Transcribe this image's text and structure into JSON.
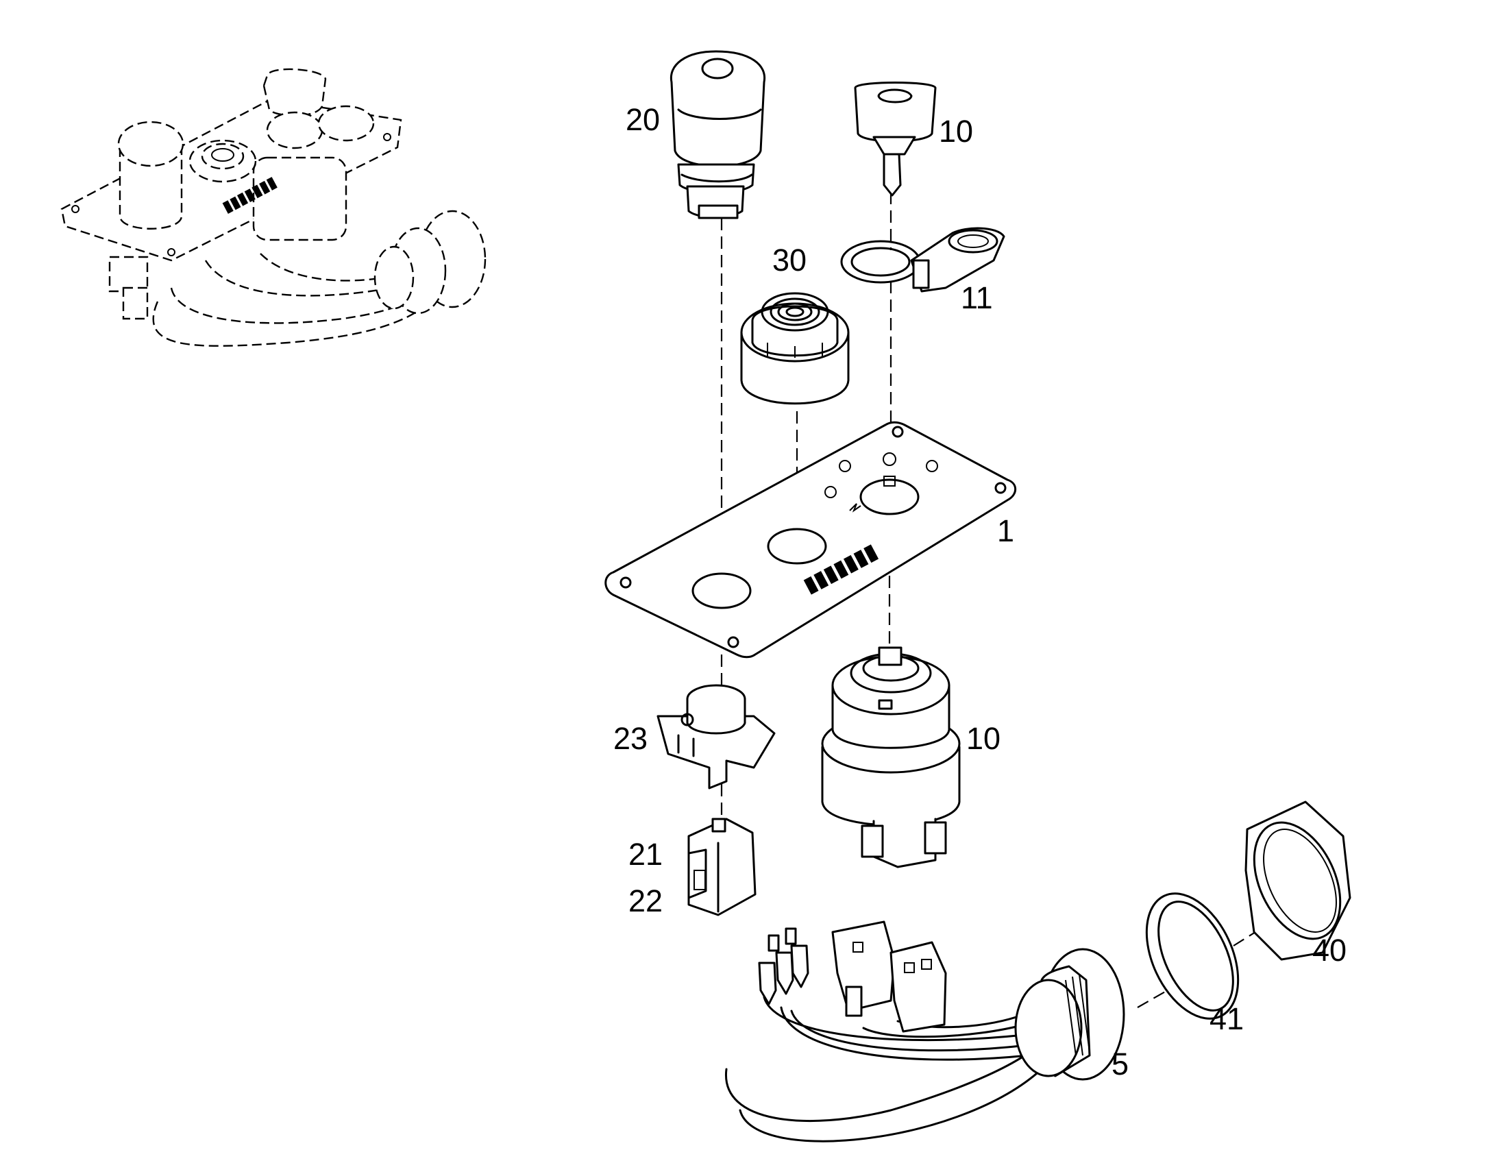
{
  "diagram": {
    "part_labels": {
      "p20": "20",
      "p10_key": "10",
      "p30": "30",
      "p11": "11",
      "p1": "1",
      "p23": "23",
      "p10_switch": "10",
      "p21": "21",
      "p22": "22",
      "p40": "40",
      "p41": "41",
      "p5": "5"
    }
  }
}
